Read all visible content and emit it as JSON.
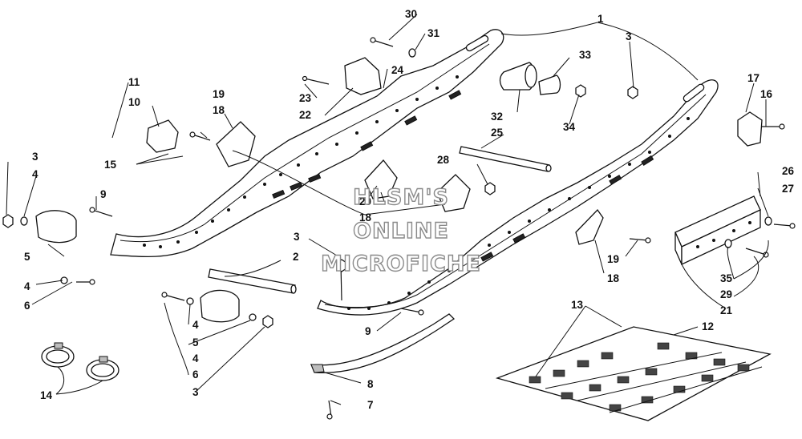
{
  "diagram": {
    "watermark": [
      "HLSM'S",
      "ONLINE",
      "MICROFICHE"
    ],
    "callouts": [
      "1",
      "2",
      "3",
      "3",
      "3",
      "3",
      "4",
      "4",
      "4",
      "4",
      "5",
      "5",
      "6",
      "6",
      "7",
      "8",
      "9",
      "9",
      "10",
      "11",
      "12",
      "13",
      "14",
      "15",
      "16",
      "17",
      "18",
      "18",
      "18",
      "19",
      "19",
      "20",
      "21",
      "22",
      "23",
      "24",
      "25",
      "26",
      "27",
      "28",
      "29",
      "30",
      "31",
      "32",
      "33",
      "34",
      "35"
    ]
  },
  "colors": {
    "ink": "#111111",
    "watermark_outline": "#8a8a8a",
    "shade": "#bdbdbd"
  }
}
